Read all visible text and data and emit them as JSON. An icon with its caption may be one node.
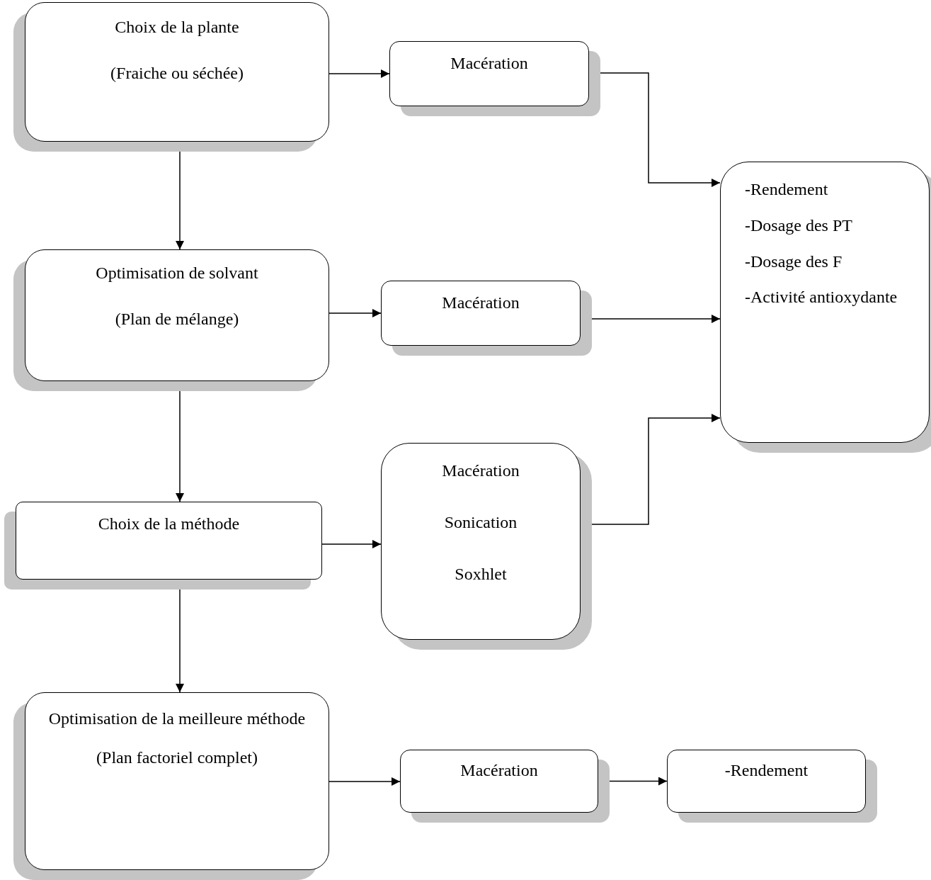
{
  "diagram": {
    "nodes": [
      {
        "text": [
          "Choix de la plante",
          "(Fraiche ou séchée)"
        ]
      },
      {
        "text": [
          "Macération"
        ]
      },
      {
        "text": [
          "-Rendement",
          "-Dosage des PT",
          "-Dosage des F",
          "-Activité antioxydante"
        ]
      },
      {
        "text": [
          "Optimisation de solvant",
          "(Plan de mélange)"
        ]
      },
      {
        "text": [
          "Macération"
        ]
      },
      {
        "text": [
          "Choix  de la méthode"
        ]
      },
      {
        "text": [
          "Macération",
          "Sonication",
          "Soxhlet"
        ]
      },
      {
        "text": [
          "Optimisation de la meilleure méthode",
          "(Plan factoriel complet)"
        ]
      },
      {
        "text": [
          "Macération"
        ]
      },
      {
        "text": [
          "-Rendement"
        ]
      }
    ],
    "edges": [
      {
        "from": 0,
        "to": 1,
        "arrow": "to"
      },
      {
        "from": 1,
        "to": 2,
        "arrow": "to"
      },
      {
        "from": 0,
        "to": 3,
        "arrow": "to"
      },
      {
        "from": 3,
        "to": 4,
        "arrow": "to"
      },
      {
        "from": 4,
        "to": 2,
        "arrow": "to"
      },
      {
        "from": 3,
        "to": 5,
        "arrow": "to"
      },
      {
        "from": 5,
        "to": 6,
        "arrow": "to"
      },
      {
        "from": 6,
        "to": 2,
        "arrow": "to"
      },
      {
        "from": 5,
        "to": 7,
        "arrow": "to"
      },
      {
        "from": 7,
        "to": 8,
        "arrow": "to"
      },
      {
        "from": 8,
        "to": 9,
        "arrow": "to"
      }
    ]
  }
}
